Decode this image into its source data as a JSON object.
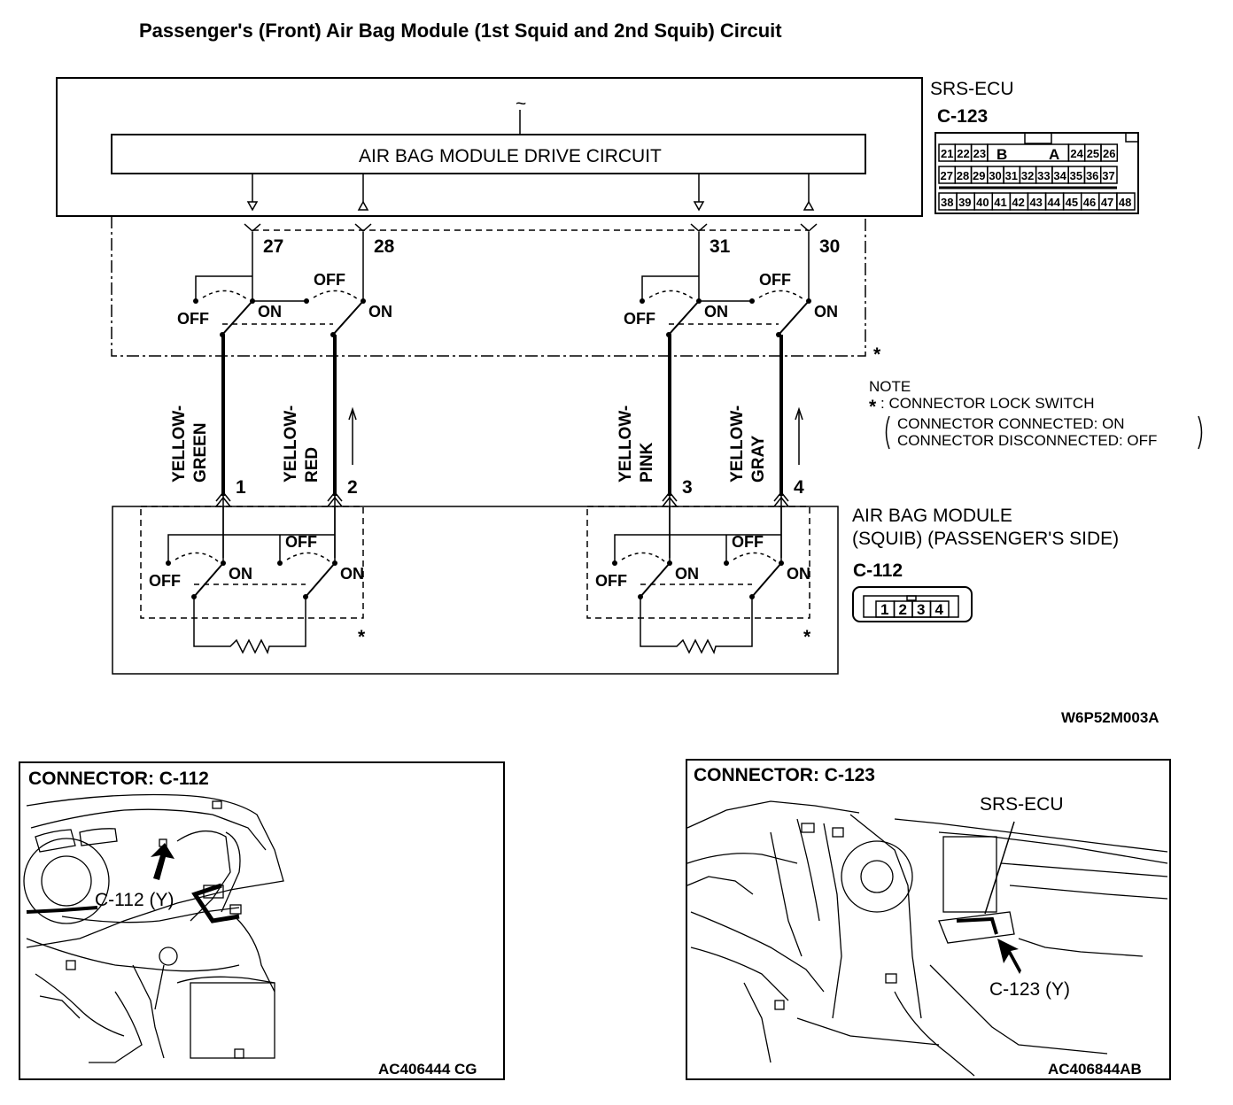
{
  "title": "Passenger's (Front) Air Bag Module (1st Squid and 2nd Squib) Circuit",
  "ecu": {
    "name": "SRS-ECU",
    "connector_id": "C-123",
    "tilde": "~",
    "drive_circuit_label": "AIR BAG MODULE DRIVE CIRCUIT",
    "terminal_labels": [
      "27",
      "28",
      "31",
      "30"
    ],
    "connector_pins_row1_left": [
      "21",
      "22",
      "23"
    ],
    "connector_pins_row1_mid": [
      "B",
      "A"
    ],
    "connector_pins_row1_right": [
      "24",
      "25",
      "26"
    ],
    "connector_pins_row2": [
      "27",
      "28",
      "29",
      "30",
      "31",
      "32",
      "33",
      "34",
      "35",
      "36",
      "37"
    ],
    "connector_pins_row3": [
      "38",
      "39",
      "40",
      "41",
      "42",
      "43",
      "44",
      "45",
      "46",
      "47",
      "48"
    ]
  },
  "switch_labels": {
    "off": "OFF",
    "on": "ON"
  },
  "asterisk": "*",
  "wires": [
    {
      "line1": "YELLOW-",
      "line2": "GREEN",
      "pin": "1"
    },
    {
      "line1": "YELLOW-",
      "line2": "RED",
      "pin": "2"
    },
    {
      "line1": "YELLOW-",
      "line2": "PINK",
      "pin": "3"
    },
    {
      "line1": "YELLOW-",
      "line2": "GRAY",
      "pin": "4"
    }
  ],
  "note": {
    "heading": "NOTE",
    "line1": ": CONNECTOR LOCK SWITCH",
    "line2": "CONNECTOR CONNECTED: ON",
    "line3": "CONNECTOR DISCONNECTED: OFF"
  },
  "module": {
    "name_line1": "AIR BAG MODULE",
    "name_line2": "(SQUIB) (PASSENGER'S SIDE)",
    "connector_id": "C-112",
    "connector_pins": [
      "1",
      "2",
      "3",
      "4"
    ]
  },
  "figure_code": "W6P52M003A",
  "panel_left": {
    "heading": "CONNECTOR: C-112",
    "callout": "C-112 (Y)",
    "code": "AC406444 CG"
  },
  "panel_right": {
    "heading": "CONNECTOR: C-123",
    "callout_ecu": "SRS-ECU",
    "callout": "C-123 (Y)",
    "code": "AC406844AB"
  }
}
